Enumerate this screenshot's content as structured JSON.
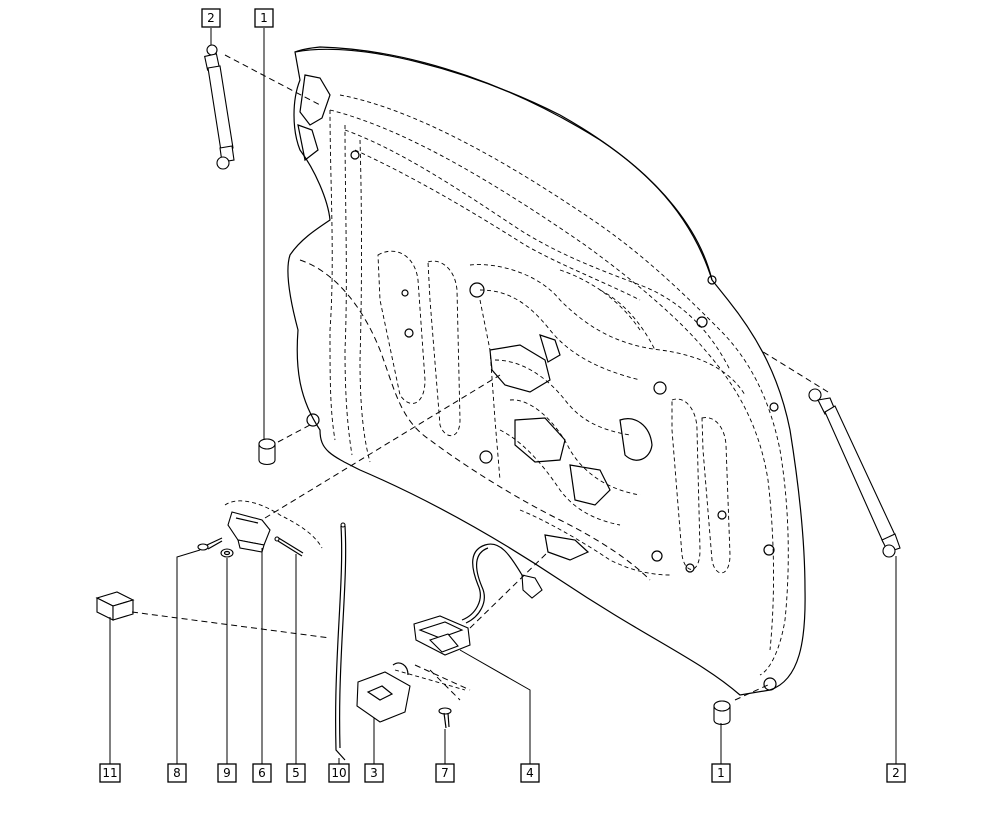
{
  "callouts": [
    {
      "id": "callout-2-top",
      "label": "2"
    },
    {
      "id": "callout-1-top",
      "label": "1"
    },
    {
      "id": "callout-11",
      "label": "11"
    },
    {
      "id": "callout-8",
      "label": "8"
    },
    {
      "id": "callout-9",
      "label": "9"
    },
    {
      "id": "callout-6",
      "label": "6"
    },
    {
      "id": "callout-5",
      "label": "5"
    },
    {
      "id": "callout-10",
      "label": "10"
    },
    {
      "id": "callout-3",
      "label": "3"
    },
    {
      "id": "callout-7",
      "label": "7"
    },
    {
      "id": "callout-4",
      "label": "4"
    },
    {
      "id": "callout-1-bottom",
      "label": "1"
    },
    {
      "id": "callout-2-bottom",
      "label": "2"
    }
  ]
}
